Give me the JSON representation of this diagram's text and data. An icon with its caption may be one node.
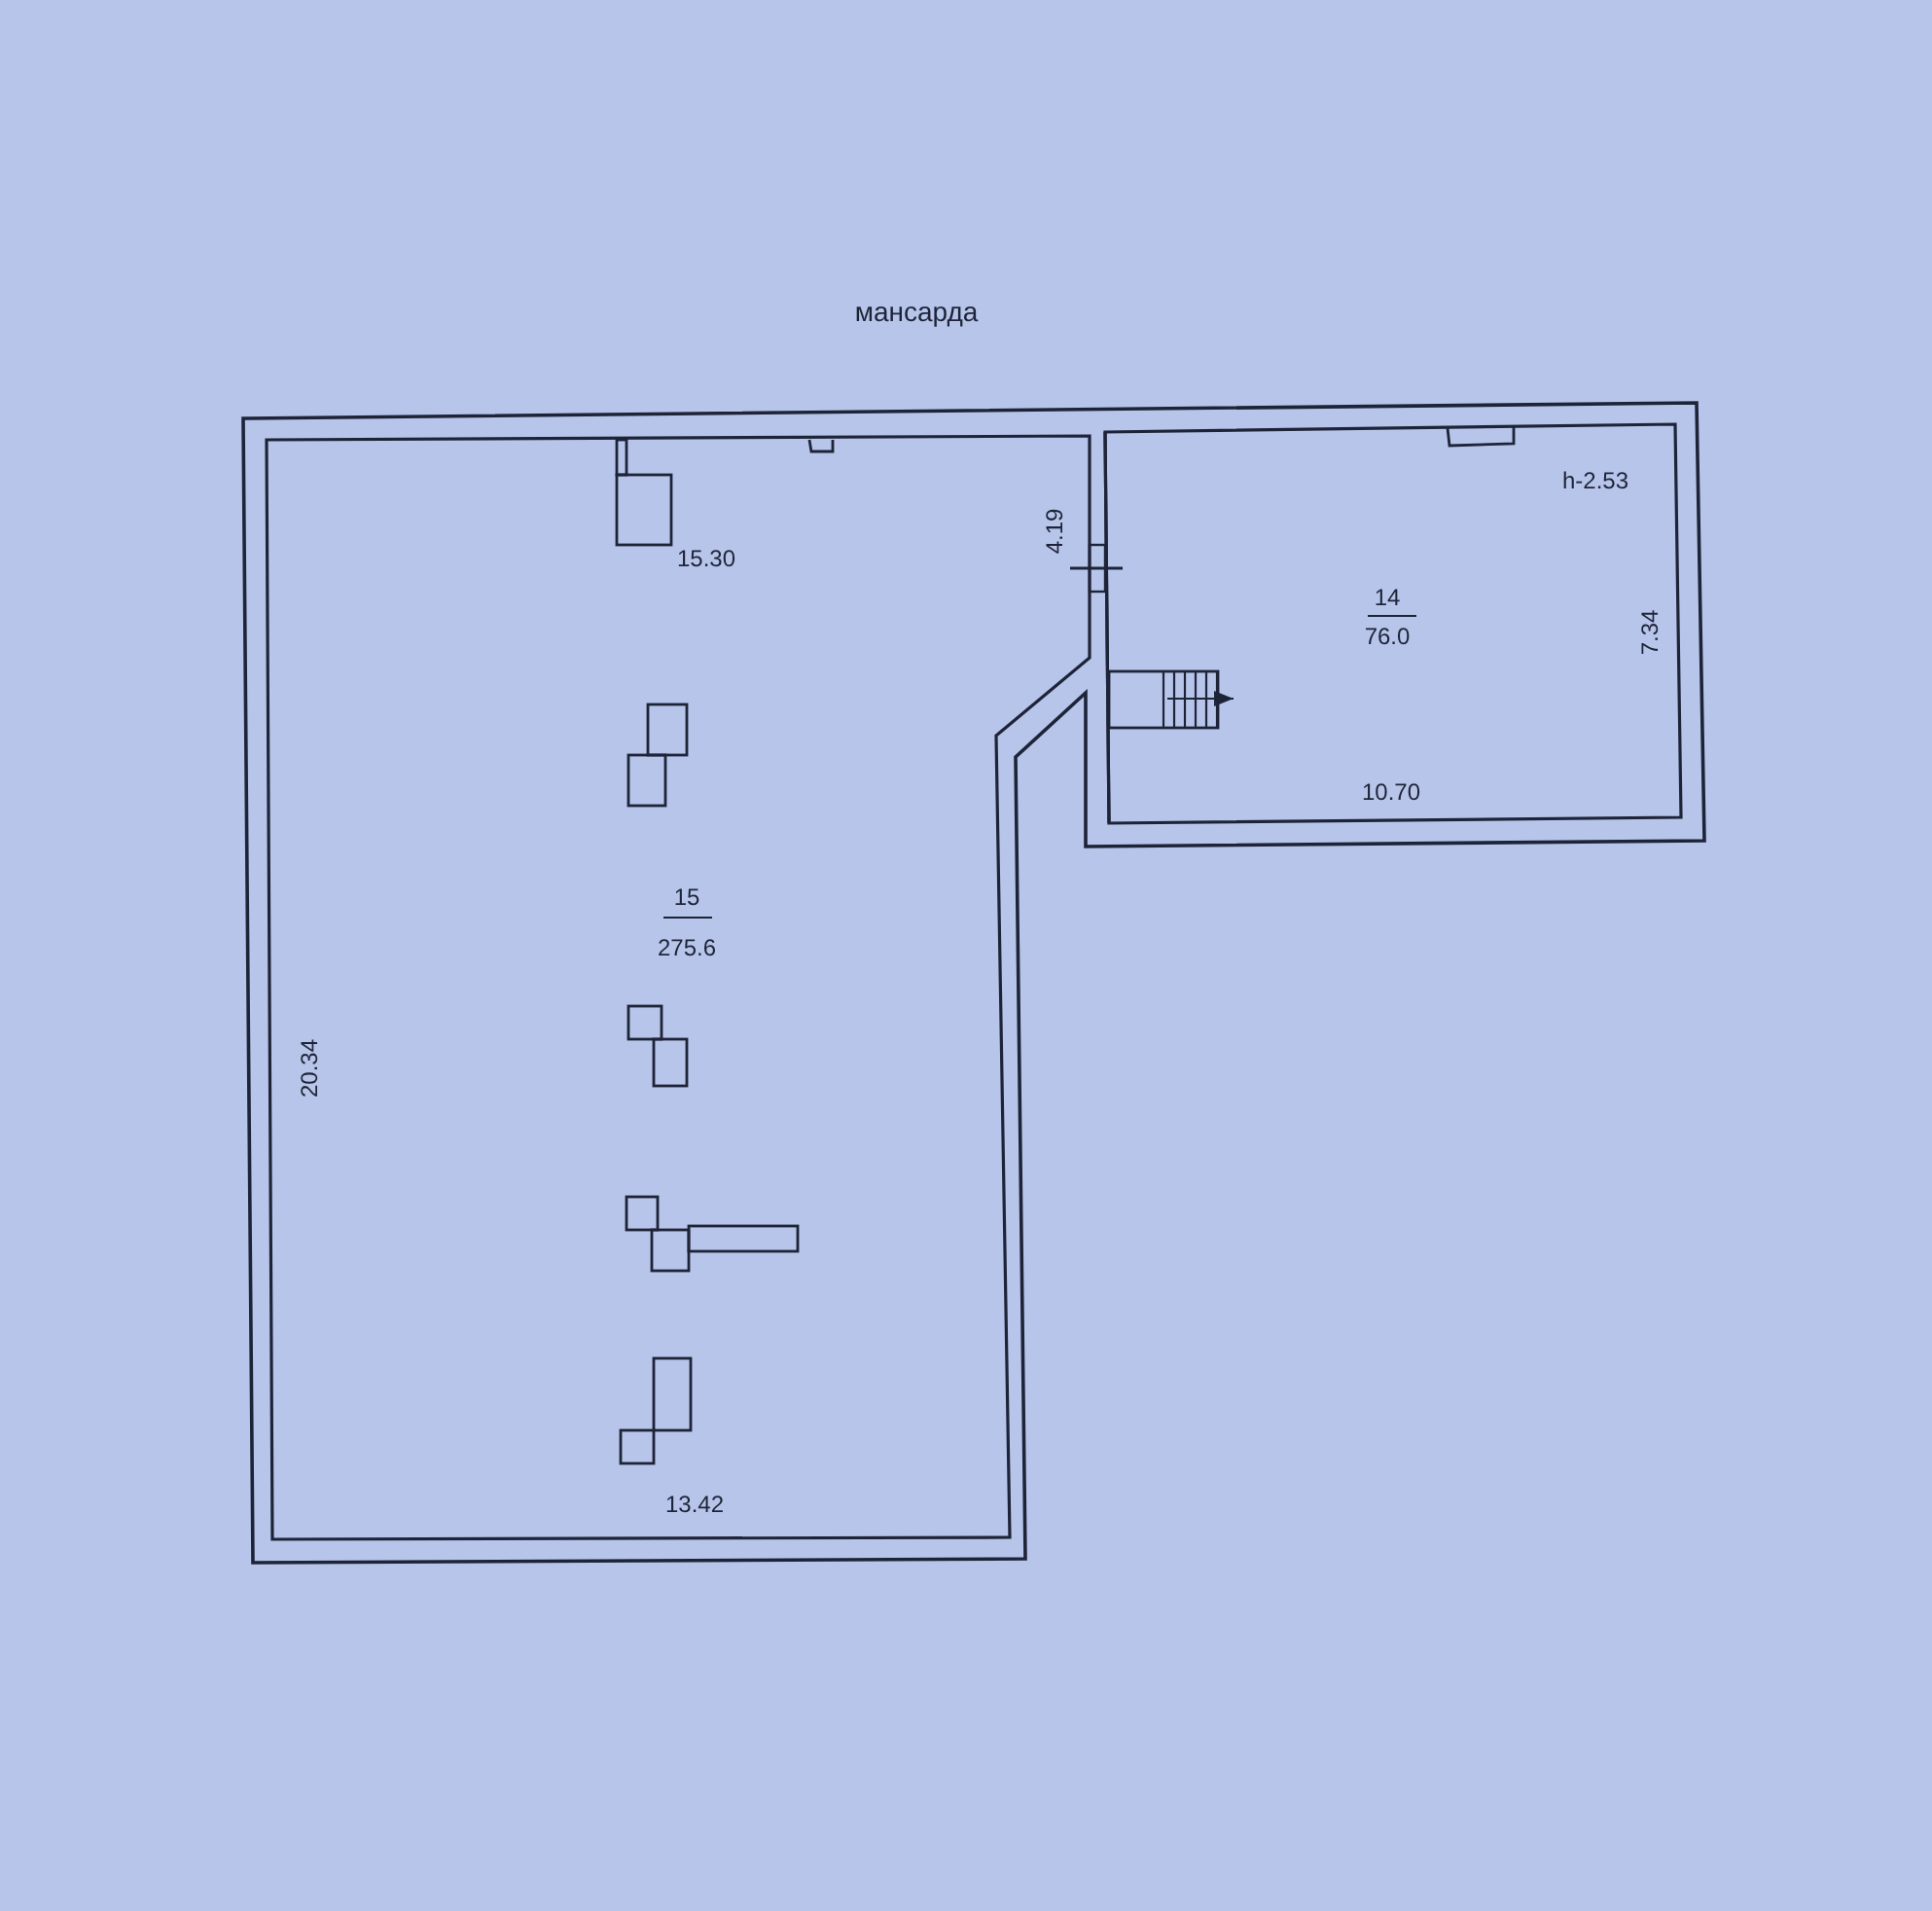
{
  "diagram": {
    "title": "мансарда",
    "nodes": [
      {
        "text": [
          "15",
          "275.6"
        ]
      },
      {
        "text": [
          "14",
          "76.0"
        ]
      }
    ],
    "labels": [
      "15.30",
      "4.19",
      "h-2.53",
      "7.34",
      "10.70",
      "20.34",
      "13.42"
    ]
  }
}
